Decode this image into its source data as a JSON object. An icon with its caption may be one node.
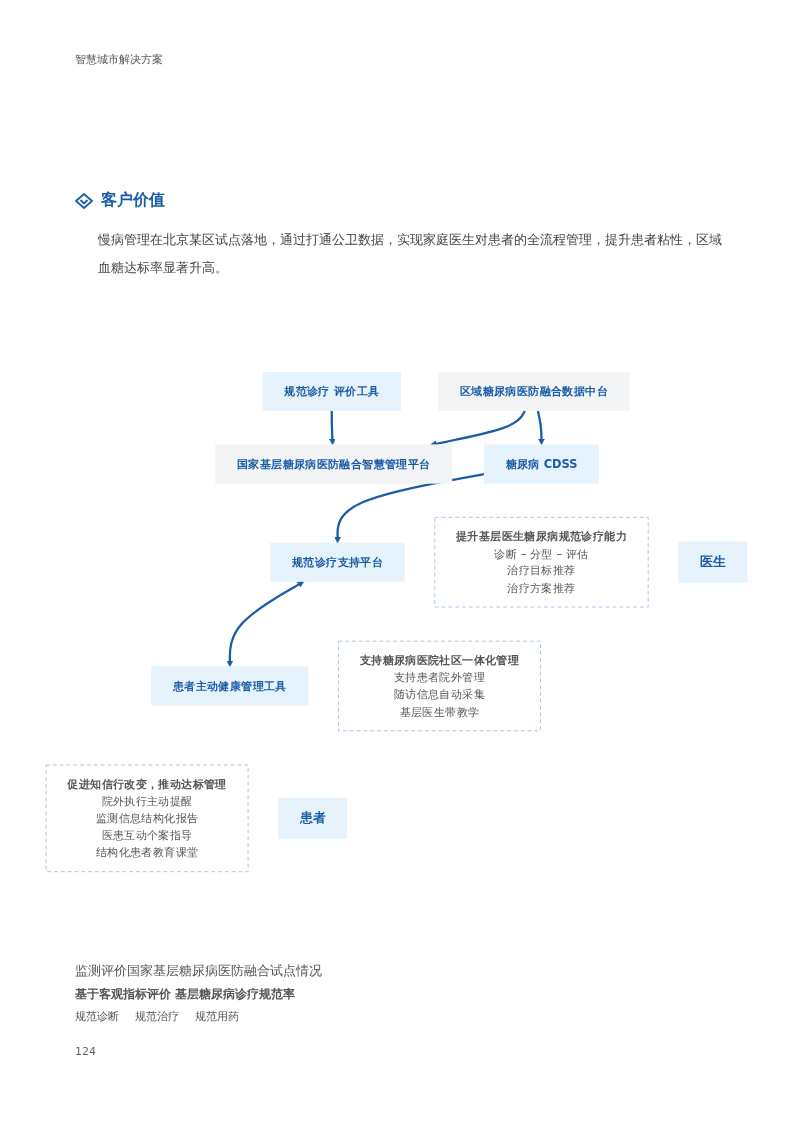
{
  "diagram": {
    "title": "客户价值",
    "nodes": [
      {
        "text": [
          "国家基层糖尿病医防融合智慧管理平台"
        ]
      },
      {
        "text": [
          "规范诊疗 评价工具"
        ]
      },
      {
        "text": [
          "区域糖尿病医防融合数据中台"
        ]
      },
      {
        "text": [
          "患者主动健康管理工具"
        ]
      },
      {
        "text": [
          "规范诊疗支持平台"
        ]
      },
      {
        "text": [
          "糖尿病 CDSS"
        ]
      },
      {
        "text": [
          "患者"
        ]
      },
      {
        "text": [
          "促进知信行改变，推动达标管理",
          "院外执行主动提醒",
          "监测信息结构化报告",
          "医患互动个案指导",
          "结构化患者教育课堂"
        ]
      },
      {
        "text": [
          "支持糖尿病医院社区一体化管理",
          "支持患者院外管理",
          "随访信息自动采集",
          "基层医生带教学"
        ]
      },
      {
        "text": [
          "提升基层医生糖尿病规范诊疗能力",
          "诊断 – 分型 – 评估",
          "治疗目标推荐",
          "治疗方案推荐"
        ]
      },
      {
        "text": [
          "医生"
        ]
      }
    ],
    "edges": [
      {
        "from": 2,
        "to": 0,
        "arrow": "to"
      },
      {
        "from": 1,
        "to": 0,
        "arrow": "to"
      },
      {
        "from": 2,
        "to": 5,
        "arrow": "to"
      },
      {
        "from": 5,
        "to": 4,
        "arrow": "to"
      },
      {
        "from": 4,
        "to": 3,
        "arrow": "both"
      }
    ],
    "labels": [
      "智慧城市解决方案",
      "慢病管理在北京某区试点落地，通过打通公卫数据，实现家庭医生对患者的全流程管理，提升患者粘性，区域血糖达标率显著升高。",
      "监测评价国家基层糖尿病医防融合试点情况",
      "基于客观指标评价 基层糖尿病诊疗规范率",
      "规范诊断",
      "规范治疗",
      "规范用药",
      "124"
    ]
  }
}
